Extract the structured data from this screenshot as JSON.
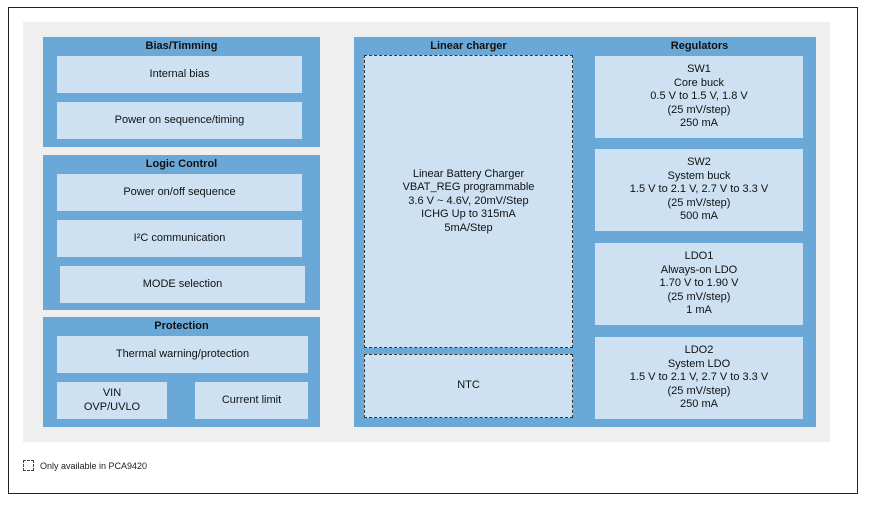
{
  "groups": {
    "bias": {
      "title": "Bias/Timming",
      "items": [
        "Internal bias",
        "Power on sequence/timing"
      ]
    },
    "logic": {
      "title": "Logic Control",
      "items": [
        "Power on/off sequence",
        "I²C communication",
        "MODE selection"
      ]
    },
    "protection": {
      "title": "Protection",
      "items": [
        "Thermal warning/protection",
        "VIN\nOVP/UVLO",
        "Current limit"
      ]
    },
    "charger": {
      "title": "Linear charger",
      "main": "Linear Battery Charger\nVBAT_REG programmable\n3.6 V ~ 4.6V, 20mV/Step\nICHG Up to 315mA\n5mA/Step",
      "ntc": "NTC"
    },
    "regulators": {
      "title": "Regulators",
      "items": [
        "SW1\nCore buck\n0.5 V to 1.5 V, 1.8 V\n(25 mV/step)\n250 mA",
        "SW2\nSystem buck\n1.5 V to 2.1 V, 2.7 V to 3.3 V\n(25 mV/step)\n500 mA",
        "LDO1\nAlways-on LDO\n1.70 V to 1.90 V\n(25 mV/step)\n1 mA",
        "LDO2\nSystem LDO\n1.5 V to 2.1 V, 2.7 V to 3.3 V\n(25 mV/step)\n250 mA"
      ]
    }
  },
  "legend": {
    "text": "Only available in PCA9420"
  }
}
